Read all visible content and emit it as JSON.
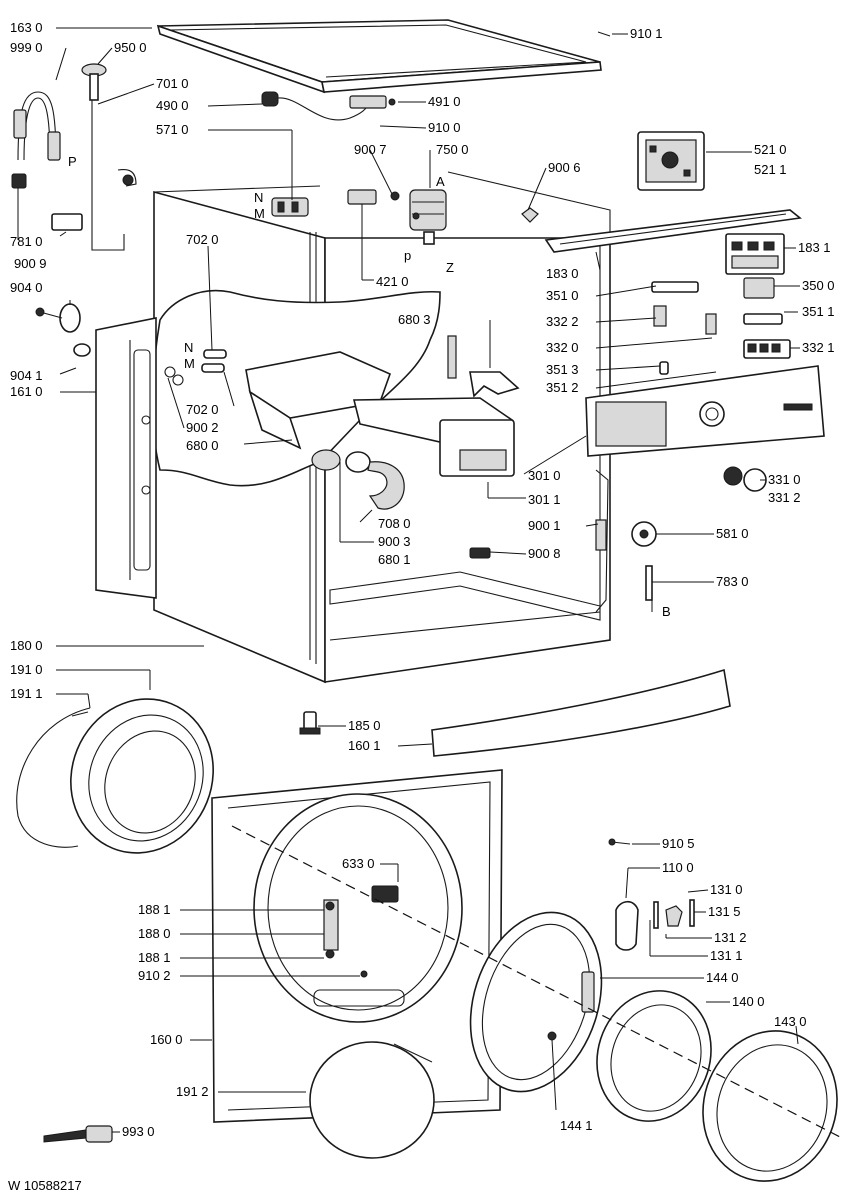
{
  "document_number": "W 10588217",
  "callouts": [
    {
      "id": "c1630",
      "text": "163 0"
    },
    {
      "id": "c9990",
      "text": "999 0"
    },
    {
      "id": "c9500",
      "text": "950 0"
    },
    {
      "id": "c7010",
      "text": "701 0"
    },
    {
      "id": "c4900",
      "text": "490 0"
    },
    {
      "id": "c4910",
      "text": "491 0"
    },
    {
      "id": "c5710",
      "text": "571 0"
    },
    {
      "id": "c9100",
      "text": "910 0"
    },
    {
      "id": "c9101",
      "text": "910 1"
    },
    {
      "id": "c5210",
      "text": "521 0"
    },
    {
      "id": "c5211",
      "text": "521 1"
    },
    {
      "id": "c9007",
      "text": "900 7"
    },
    {
      "id": "c7500",
      "text": "750 0"
    },
    {
      "id": "c9006",
      "text": "900 6"
    },
    {
      "id": "c7810",
      "text": "781 0"
    },
    {
      "id": "c9009",
      "text": "900 9"
    },
    {
      "id": "c7020a",
      "text": "702 0"
    },
    {
      "id": "c4210",
      "text": "421 0"
    },
    {
      "id": "c1830",
      "text": "183 0"
    },
    {
      "id": "c1831",
      "text": "183 1"
    },
    {
      "id": "c9040",
      "text": "904 0"
    },
    {
      "id": "c3500",
      "text": "350 0"
    },
    {
      "id": "c3510",
      "text": "351 0"
    },
    {
      "id": "c3511",
      "text": "351 1"
    },
    {
      "id": "c6803",
      "text": "680 3"
    },
    {
      "id": "c3322",
      "text": "332 2"
    },
    {
      "id": "c3320",
      "text": "332 0"
    },
    {
      "id": "c3321",
      "text": "332 1"
    },
    {
      "id": "c9041",
      "text": "904 1"
    },
    {
      "id": "c1610",
      "text": "161 0"
    },
    {
      "id": "c3513",
      "text": "351 3"
    },
    {
      "id": "c3512",
      "text": "351 2"
    },
    {
      "id": "c7020b",
      "text": "702 0"
    },
    {
      "id": "c9002",
      "text": "900 2"
    },
    {
      "id": "c6800",
      "text": "680 0"
    },
    {
      "id": "c3010",
      "text": "301 0"
    },
    {
      "id": "c3310",
      "text": "331 0"
    },
    {
      "id": "c3312",
      "text": "331 2"
    },
    {
      "id": "c3011",
      "text": "301 1"
    },
    {
      "id": "c7080",
      "text": "708 0"
    },
    {
      "id": "c9001",
      "text": "900 1"
    },
    {
      "id": "c5810",
      "text": "581 0"
    },
    {
      "id": "c9003",
      "text": "900 3"
    },
    {
      "id": "c6801",
      "text": "680 1"
    },
    {
      "id": "c9008",
      "text": "900 8"
    },
    {
      "id": "c7830",
      "text": "783 0"
    },
    {
      "id": "c1800",
      "text": "180 0"
    },
    {
      "id": "c1910",
      "text": "191 0"
    },
    {
      "id": "c1911",
      "text": "191 1"
    },
    {
      "id": "c1850",
      "text": "185 0"
    },
    {
      "id": "c1601",
      "text": "160 1"
    },
    {
      "id": "c9105",
      "text": "910 5"
    },
    {
      "id": "c1100",
      "text": "110 0"
    },
    {
      "id": "c6330",
      "text": "633 0"
    },
    {
      "id": "c1310",
      "text": "131 0"
    },
    {
      "id": "c1881a",
      "text": "188 1"
    },
    {
      "id": "c1315",
      "text": "131 5"
    },
    {
      "id": "c1880",
      "text": "188 0"
    },
    {
      "id": "c1312",
      "text": "131 2"
    },
    {
      "id": "c1881b",
      "text": "188 1"
    },
    {
      "id": "c1311",
      "text": "131 1"
    },
    {
      "id": "c9102",
      "text": "910 2"
    },
    {
      "id": "c1440",
      "text": "144 0"
    },
    {
      "id": "c1400",
      "text": "140 0"
    },
    {
      "id": "c1600",
      "text": "160 0"
    },
    {
      "id": "c1430",
      "text": "143 0"
    },
    {
      "id": "c1912",
      "text": "191 2"
    },
    {
      "id": "c9930",
      "text": "993 0"
    },
    {
      "id": "c1441",
      "text": "144 1"
    }
  ],
  "letters": [
    {
      "id": "lP",
      "text": "P"
    },
    {
      "id": "lN1",
      "text": "N"
    },
    {
      "id": "lM1",
      "text": "M"
    },
    {
      "id": "lA",
      "text": "A"
    },
    {
      "id": "lp",
      "text": "p"
    },
    {
      "id": "lZ",
      "text": "Z"
    },
    {
      "id": "lN2",
      "text": "N"
    },
    {
      "id": "lM2",
      "text": "M"
    },
    {
      "id": "lB",
      "text": "B"
    }
  ]
}
